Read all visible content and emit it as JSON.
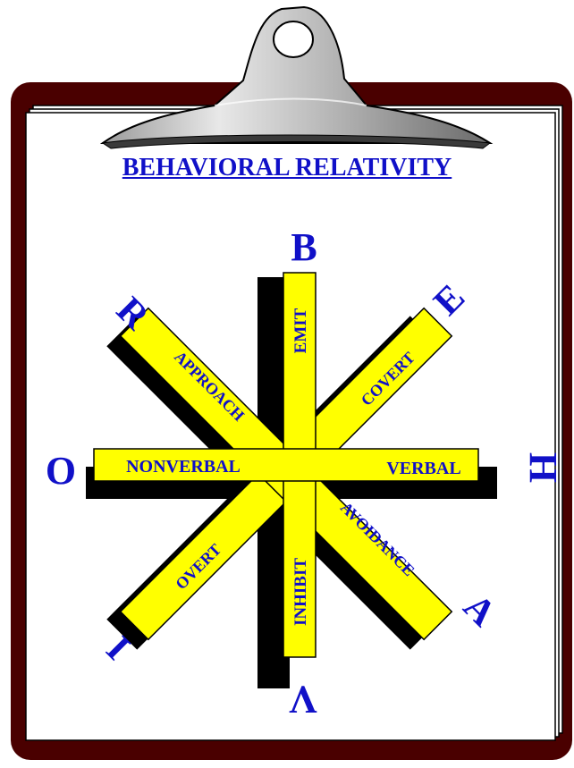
{
  "title": "BEHAVIORAL RELATIVITY",
  "colors": {
    "board": "#4a0000",
    "paper": "#ffffff",
    "bar_fill": "#ffff00",
    "bar_shadow": "#000000",
    "text_blue": "#1010c8",
    "star_label": "#1010c8"
  },
  "bars": {
    "emit": "EMIT",
    "inhibit": "INHIBIT",
    "nonverbal": "NONVERBAL",
    "verbal": "VERBAL",
    "approach": "APPROACH",
    "avoidance": "AVOIDANCE",
    "covert": "COVERT",
    "overt": "OVERT"
  },
  "letters": {
    "top": "B",
    "top_right": "E",
    "right": "H",
    "bottom_right": "A",
    "bottom": "V",
    "bottom_left": "I",
    "left": "O",
    "top_left": "R"
  }
}
